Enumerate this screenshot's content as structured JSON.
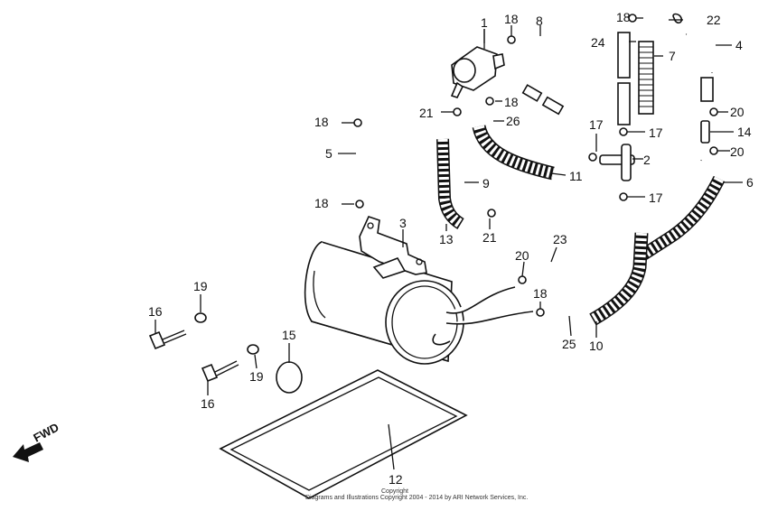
{
  "diagram": {
    "fwd_label": "FWD",
    "copyright_line1": "Copyright",
    "copyright_line2": "Diagrams and Illustrations Copyright 2004 - 2014 by ARI Network Services, Inc.",
    "labels": {
      "l1": "1",
      "l18a": "18",
      "l8": "8",
      "l18b": "18",
      "l22": "22",
      "l24": "24",
      "l7": "7",
      "l4": "4",
      "l18c": "18",
      "l21a": "21",
      "l26": "26",
      "l20a": "20",
      "l18d": "18",
      "l17a": "17",
      "l17b": "17",
      "l14": "14",
      "l5": "5",
      "l2": "2",
      "l20b": "20",
      "l11": "11",
      "l6": "6",
      "l9": "9",
      "l18e": "18",
      "l17c": "17",
      "l3": "3",
      "l13": "13",
      "l21b": "21",
      "l23": "23",
      "l20c": "20",
      "l16a": "16",
      "l19a": "19",
      "l18f": "18",
      "l15": "15",
      "l25": "25",
      "l10": "10",
      "l19b": "19",
      "l16b": "16",
      "l12": "12"
    }
  }
}
